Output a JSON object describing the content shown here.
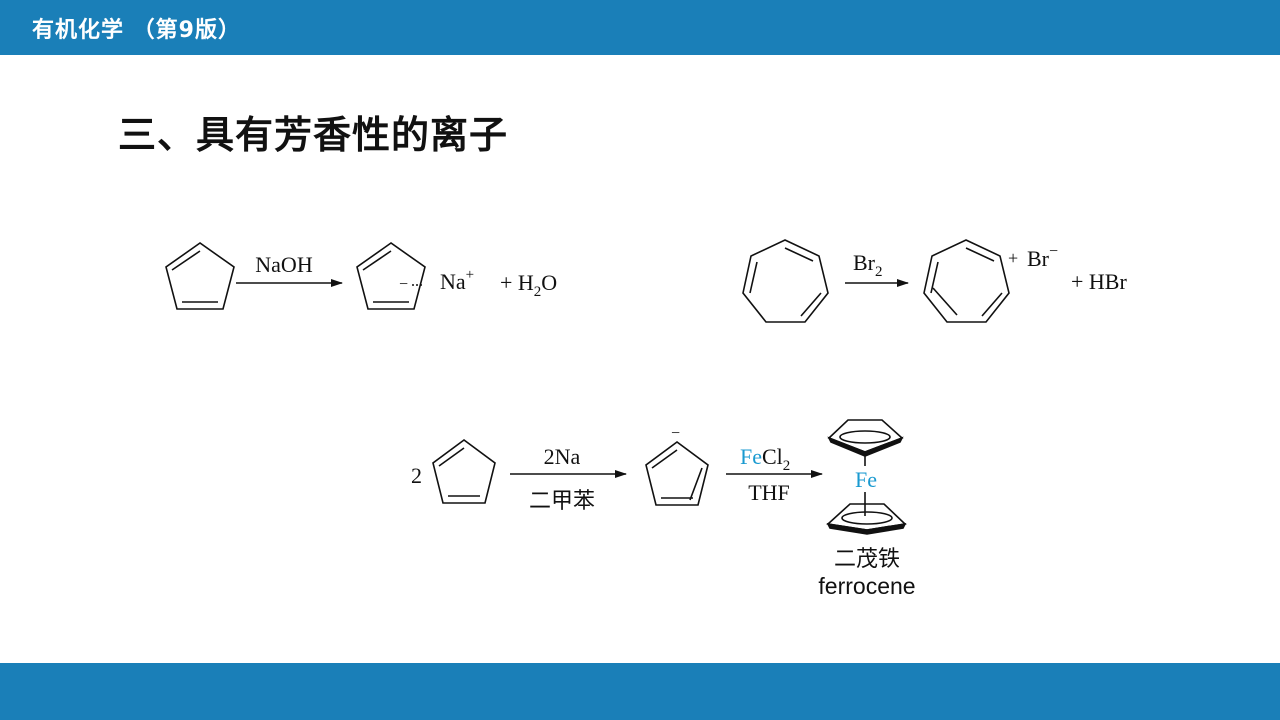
{
  "header": {
    "title": "有机化学 （第9版）"
  },
  "section": {
    "title": "三、具有芳香性的离子"
  },
  "reaction1": {
    "reagent": "NaOH",
    "charge": "−",
    "counter_ion": "Na",
    "counter_charge": "+",
    "plus_text": "+ H",
    "water_sub": "2",
    "water_tail": "O"
  },
  "reaction2": {
    "reagent": "Br",
    "reagent_sub": "2",
    "cation_charge": "+",
    "anion": "Br",
    "anion_charge": "−",
    "plus_text": "+ HBr"
  },
  "reaction3": {
    "coefficient": "2",
    "step1_top": "2Na",
    "step1_bottom": "二甲苯",
    "anion_charge": "−",
    "step2_top_fe": "Fe",
    "step2_top_cl": "Cl",
    "step2_top_sub": "2",
    "step2_bottom": "THF",
    "metal": "Fe",
    "product_cn": "二茂铁",
    "product_en": "ferrocene"
  },
  "colors": {
    "bar": "#1a7fb8",
    "iron": "#1a9ad0"
  }
}
